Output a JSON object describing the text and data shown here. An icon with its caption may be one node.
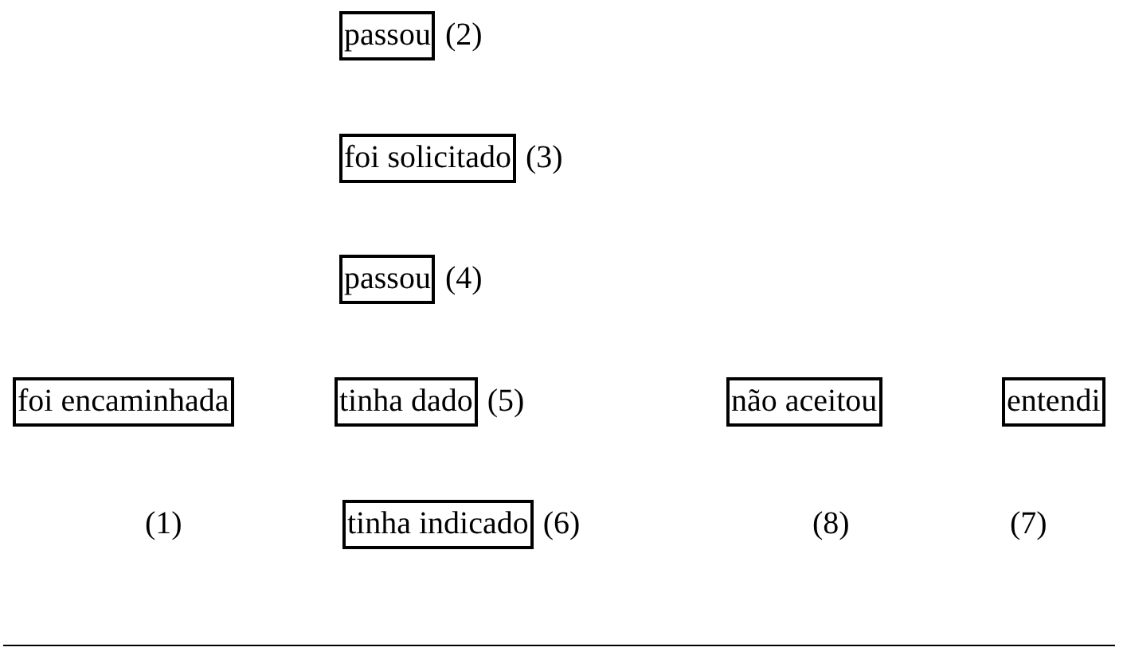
{
  "diagram": {
    "nodes": [
      {
        "text": [
          "passou"
        ],
        "beside": [
          "(2)"
        ]
      },
      {
        "text": [
          "foi solicitado"
        ],
        "beside": [
          "(3)"
        ]
      },
      {
        "text": [
          "passou"
        ],
        "beside": [
          "(4)"
        ]
      },
      {
        "text": [
          "foi encaminhada"
        ]
      },
      {
        "text": [
          "tinha dado"
        ],
        "beside": [
          "(5)"
        ]
      },
      {
        "text": [
          "não aceitou"
        ]
      },
      {
        "text": [
          "entendi"
        ]
      },
      {
        "text": [
          "tinha indicado"
        ],
        "beside": [
          "(6)"
        ]
      }
    ],
    "labels": [
      "(1)",
      "(8)",
      "(7)"
    ]
  }
}
